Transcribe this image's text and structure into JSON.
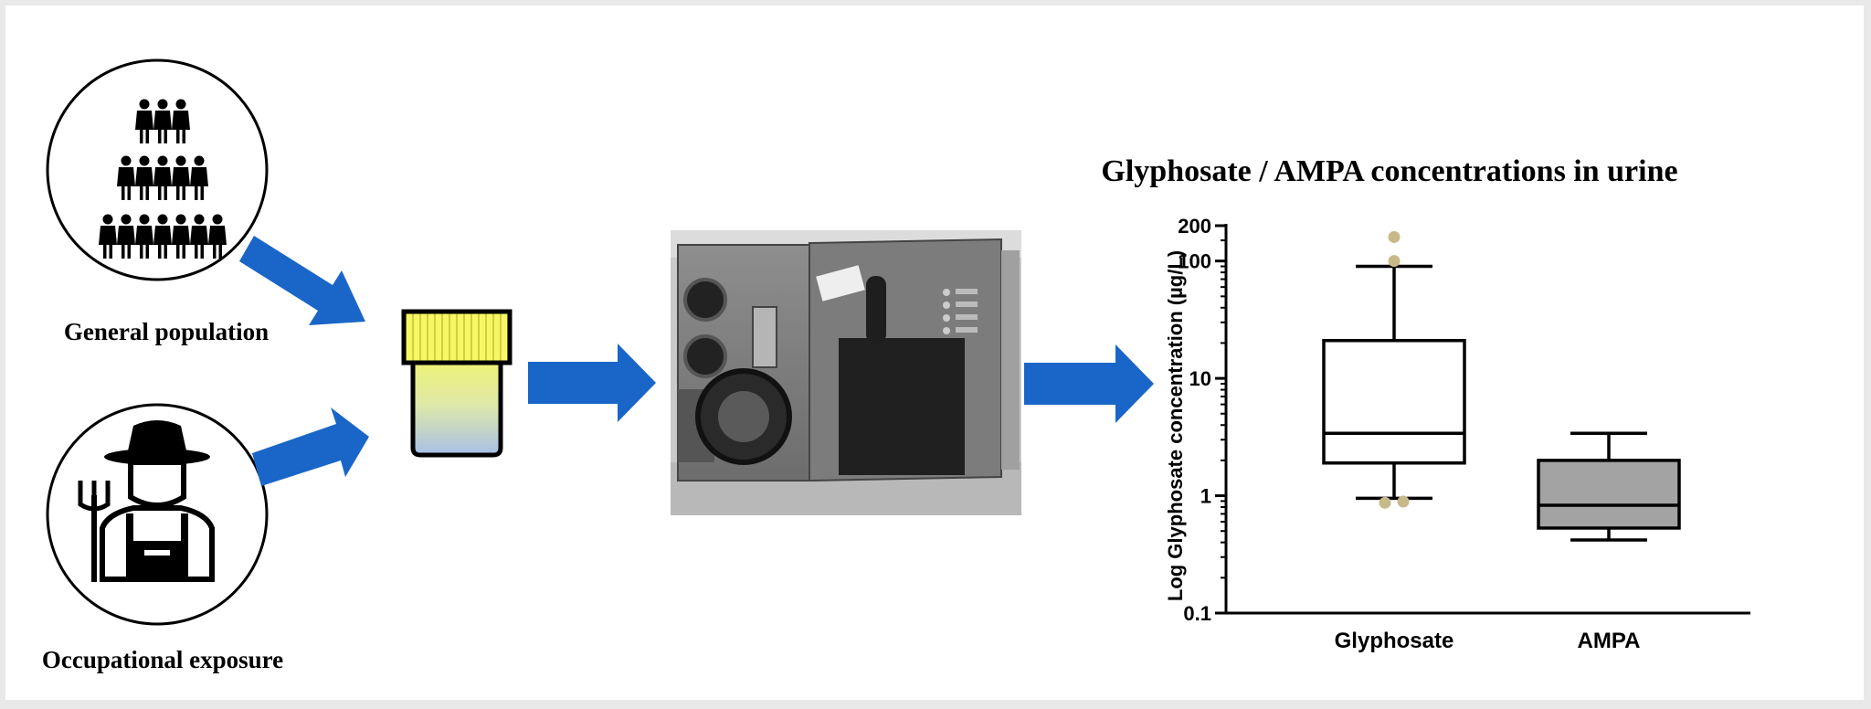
{
  "labels": {
    "general_population": "General population",
    "occupational_exposure": "Occupational exposure"
  },
  "icons": {
    "population": "people-pyramid-icon",
    "farmer": "farmer-with-pitchfork-icon",
    "sample": "urine-sample-cup-icon",
    "instrument": "lc-ms-instrument-photo",
    "arrow": "blue-arrow-right-icon"
  },
  "colors": {
    "arrow": "#1a66c8",
    "outlier": "#c8b98a",
    "ampa_box": "#a3a3a3",
    "cup_lid": "#f7f766",
    "cup_top": "#eef277",
    "cup_bottom": "#a8bfe8"
  },
  "chart_data": {
    "type": "box",
    "title": "Glyphosate / AMPA concentrations in urine",
    "xlabel": "",
    "ylabel": "Log Glyphosate concentration (µg/L)",
    "yscale": "log",
    "ylim": [
      0.1,
      200
    ],
    "yticks": [
      0.1,
      1,
      10,
      100,
      200
    ],
    "ytick_labels": [
      "0.1",
      "1",
      "10",
      "100",
      "200"
    ],
    "categories": [
      "Glyphosate",
      "AMPA"
    ],
    "series": [
      {
        "category": "Glyphosate",
        "whisker_low": 0.95,
        "q1": 1.9,
        "median": 3.4,
        "q3": 21,
        "whisker_high": 90,
        "outliers": [
          160,
          100,
          0.87,
          0.89
        ],
        "fill": "#ffffff"
      },
      {
        "category": "AMPA",
        "whisker_low": 0.42,
        "q1": 0.53,
        "median": 0.83,
        "q3": 2.0,
        "whisker_high": 3.4,
        "outliers": [],
        "fill": "#a3a3a3"
      }
    ]
  }
}
